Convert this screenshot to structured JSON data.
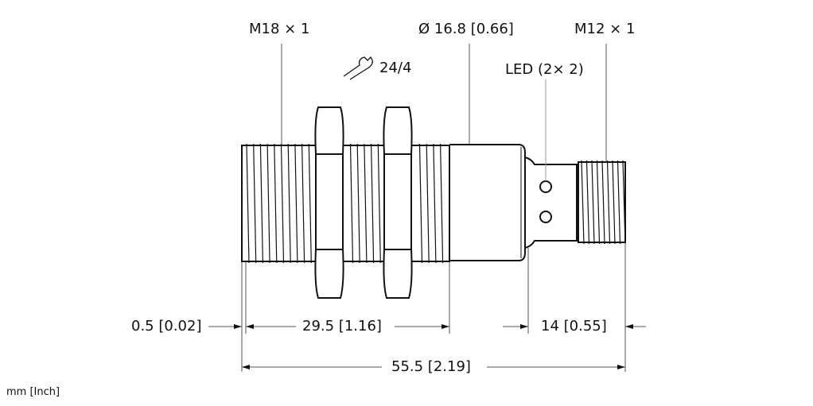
{
  "labels": {
    "thread_main": "M18 × 1",
    "diameter": "Ø 16.8 [0.66]",
    "thread_connector": "M12 × 1",
    "wrench": "24/4",
    "led": "LED (2× 2)",
    "dim_tip": "0.5 [0.02]",
    "dim_thread": "29.5 [1.16]",
    "dim_connector": "14 [0.55]",
    "dim_total": "55.5 [2.19]"
  },
  "units": "mm [Inch]",
  "icons": {
    "wrench": "wrench-icon"
  }
}
